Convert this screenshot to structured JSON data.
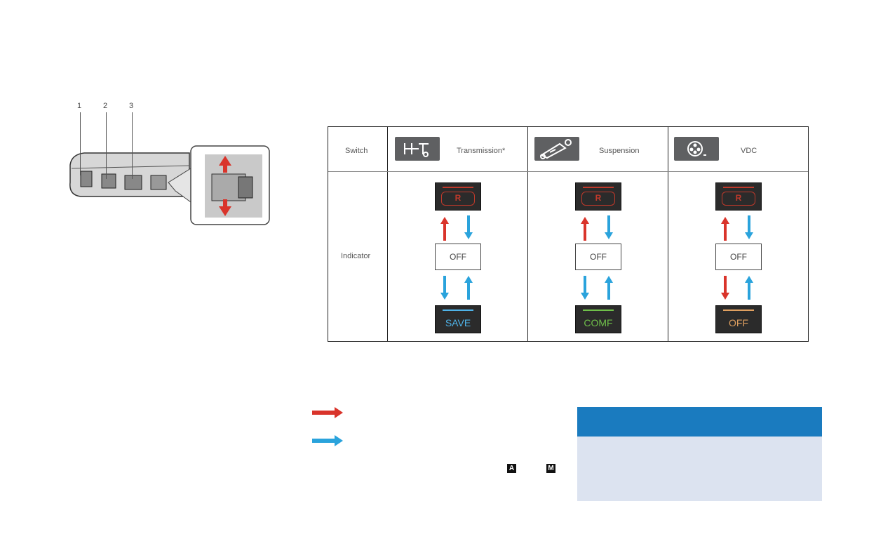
{
  "illustration": {
    "callouts": [
      "1",
      "2",
      "3"
    ]
  },
  "table": {
    "row_labels": {
      "switch": "Switch",
      "indicator": "Indicator"
    },
    "columns": [
      {
        "name": "Transmission*",
        "icon": "transmission-icon",
        "top_indicator": "R",
        "middle": "OFF",
        "bottom_indicator": "SAVE",
        "bottom_color": "#4fb3e8",
        "down_arrow_bottom": "blue"
      },
      {
        "name": "Suspension",
        "icon": "suspension-icon",
        "top_indicator": "R",
        "middle": "OFF",
        "bottom_indicator": "COMF",
        "bottom_color": "#6fbf4a",
        "down_arrow_bottom": "blue"
      },
      {
        "name": "VDC",
        "icon": "vdc-icon",
        "top_indicator": "R",
        "middle": "OFF",
        "bottom_indicator": "OFF",
        "bottom_color": "#e0a060",
        "down_arrow_bottom": "red"
      }
    ]
  },
  "legend": {
    "red_arrow_color": "#d9342b",
    "blue_arrow_color": "#2aa3dc",
    "key_a": "A",
    "key_m": "M"
  },
  "colors": {
    "note_header": "#1a7bbf",
    "note_body": "#dce3f0"
  }
}
